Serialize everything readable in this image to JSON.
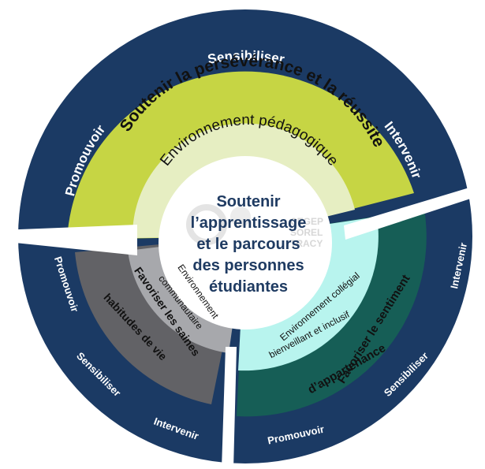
{
  "colors": {
    "outer_ring": "#1b3a64",
    "top_middle": "#c6d544",
    "top_inner": "#e6eec2",
    "left_middle": "#626266",
    "left_inner": "#a7a8ac",
    "right_middle": "#165e56",
    "right_inner": "#b8f4ee",
    "center": "#ffffff",
    "center_text": "#1f3b62",
    "logo_faint": "#d7d7d7"
  },
  "center": {
    "lines": [
      "Soutenir",
      "l’apprentissage",
      "et le parcours",
      "des personnes",
      "étudiantes"
    ]
  },
  "logo": {
    "lines": [
      "CEGEP",
      "SOREL",
      "TRACY"
    ]
  },
  "sections": {
    "top": {
      "outer_left": "Promouvoir",
      "outer_top": "Sensibiliser",
      "outer_right": "Intervenir",
      "middle": "Soutenir la persévérance et la réussite",
      "inner": "Environnement pédagogique"
    },
    "left": {
      "outer_1": "Promouvoir",
      "outer_2": "Sensibiliser",
      "outer_3": "Intervenir",
      "middle_line1": "Favoriser les saines",
      "middle_line2": "habitudes de vie",
      "inner_line1": "Environnement",
      "inner_line2": "communautaire"
    },
    "right": {
      "outer_1": "Intervenir",
      "outer_2": "Sensibiliser",
      "outer_3": "Promouvoir",
      "middle_line1": "Favoriser le sentiment",
      "middle_line2": "d’appartenance",
      "inner_line1": "Environnement collégial",
      "inner_line2": "bienveillant et inclusif"
    }
  }
}
